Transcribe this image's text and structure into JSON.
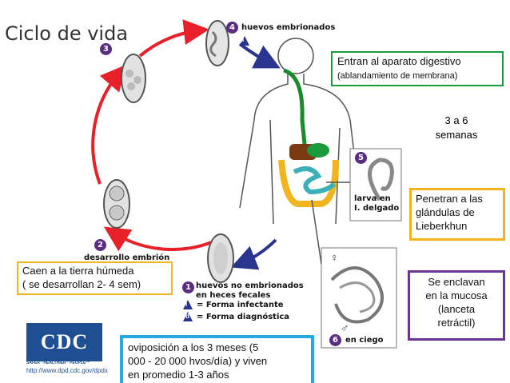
{
  "title": "Ciclo de vida",
  "stages": {
    "s1": {
      "number": "1",
      "label_line1": "huevos no embrionados",
      "label_line2": "en heces fecales"
    },
    "s2": {
      "number": "2",
      "label": "desarrollo embrión"
    },
    "s3": {
      "number": "3"
    },
    "s4": {
      "number": "4",
      "label": "huevos embrionados"
    },
    "s5": {
      "number": "5",
      "label_line1": "larva en",
      "label_line2": "I. delgado"
    },
    "s6": {
      "number": "6",
      "label": "en ciego"
    }
  },
  "arrow_badges": {
    "infective": "i",
    "diagnostic": "d"
  },
  "adult_symbols": {
    "female": "♀",
    "male": "♂"
  },
  "legend": {
    "infective": "= Forma infectante",
    "diagnostic": "= Forma diagnóstica"
  },
  "cdc": {
    "logo": "CDC",
    "tagline": "SAFER · HEALTHIER · PEOPLE™",
    "url": "http://www.dpd.cdc.gov/dpdx"
  },
  "boxes": {
    "digestive": {
      "line1": "Entran al aparato digestivo",
      "line2": "(ablandamiento de membrana)"
    },
    "weeks": {
      "line1": "3 a 6",
      "line2": "semanas"
    },
    "glands": {
      "line1": "Penetran a las",
      "line2": "glándulas de",
      "line3": "Lieberkhun"
    },
    "mucosa": {
      "line1": "Se enclavan",
      "line2": "en la mucosa",
      "line3": "(lanceta",
      "line4": "retráctil)"
    },
    "soil": {
      "line1": "Caen a la tierra húmeda",
      "line2": "( se desarrollan 2- 4 sem)"
    },
    "oviposition": {
      "line1": "oviposición a los 3 meses (5",
      "line2": "000 - 20 000 hvos/día) y viven",
      "line3": "en promedio 1-3 años"
    }
  },
  "colors": {
    "red_arrow": "#e8202a",
    "blue_arrow": "#2a3590",
    "badge_purple": "#5a2d82",
    "green": "#1a9b3c",
    "yellow": "#f2b51e",
    "purple": "#6a3594",
    "cyan": "#24a9e1"
  }
}
